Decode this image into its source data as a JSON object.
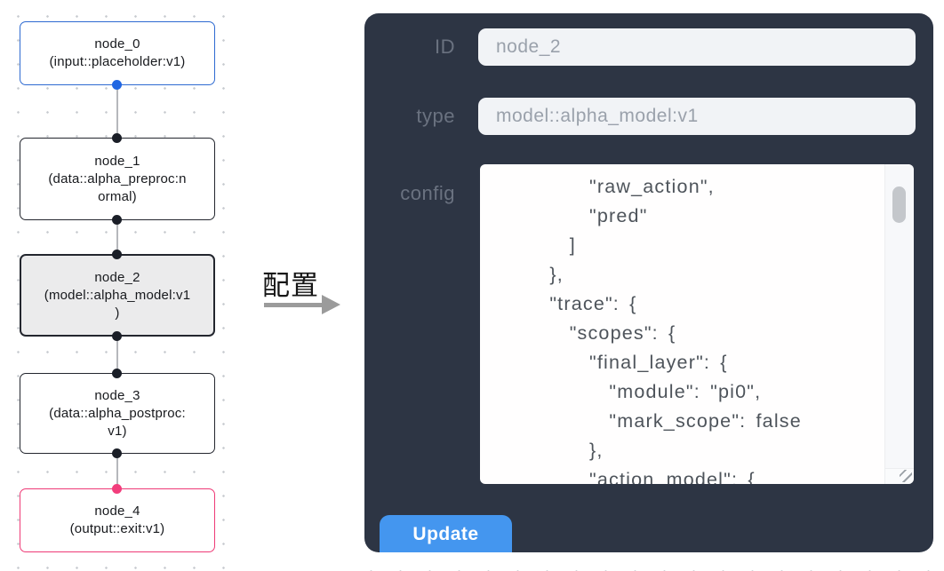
{
  "flow": {
    "nodes": [
      {
        "name": "node_0",
        "text": "node_0\n(input::placeholder:v1)",
        "role": "input",
        "border_color": "#2e6ad1",
        "bg": "#ffffff",
        "top_dot": null,
        "bottom_dot": "#2066e2",
        "selected": false
      },
      {
        "name": "node_1",
        "text": "node_1\n(data::alpha_preproc:n\normal)",
        "role": "data",
        "border_color": "#23262e",
        "bg": "#ffffff",
        "top_dot": "#1a1e27",
        "bottom_dot": "#1a1e27",
        "selected": false
      },
      {
        "name": "node_2",
        "text": "node_2\n(model::alpha_model:v1\n)",
        "role": "model",
        "border_color": "#23262e",
        "bg": "#ebebec",
        "top_dot": "#1a1e27",
        "bottom_dot": "#1a1e27",
        "selected": true
      },
      {
        "name": "node_3",
        "text": "node_3\n(data::alpha_postproc:\nv1)",
        "role": "data",
        "border_color": "#23262e",
        "bg": "#ffffff",
        "top_dot": "#1a1e27",
        "bottom_dot": "#1a1e27",
        "selected": false
      },
      {
        "name": "node_4",
        "text": "node_4\n(output::exit:v1)",
        "role": "output",
        "border_color": "#ee3a76",
        "bg": "#ffffff",
        "top_dot": "#f23d7c",
        "bottom_dot": null,
        "selected": false
      }
    ]
  },
  "annotation": {
    "text": "配置"
  },
  "panel": {
    "id_field": {
      "label": "ID",
      "value": "node_2"
    },
    "type_field": {
      "label": "type",
      "value": "model::alpha_model:v1"
    },
    "config_field": {
      "label": "config",
      "lines": [
        "      \"raw_action\",",
        "      \"pred\"",
        "    ]",
        "  },",
        "  \"trace\": {",
        "    \"scopes\": {",
        "      \"final_layer\": {",
        "        \"module\": \"pi0\",",
        "        \"mark_scope\": false",
        "      },",
        "      \"action_model\": {"
      ]
    },
    "update_button_label": "Update",
    "colors": {
      "panel_bg": "#2d3544",
      "button_blue": "#4496ef",
      "input_node_blue": "#2e6ad1",
      "output_node_pink": "#ee3a76",
      "selected_node_bg": "#ebebec"
    }
  }
}
